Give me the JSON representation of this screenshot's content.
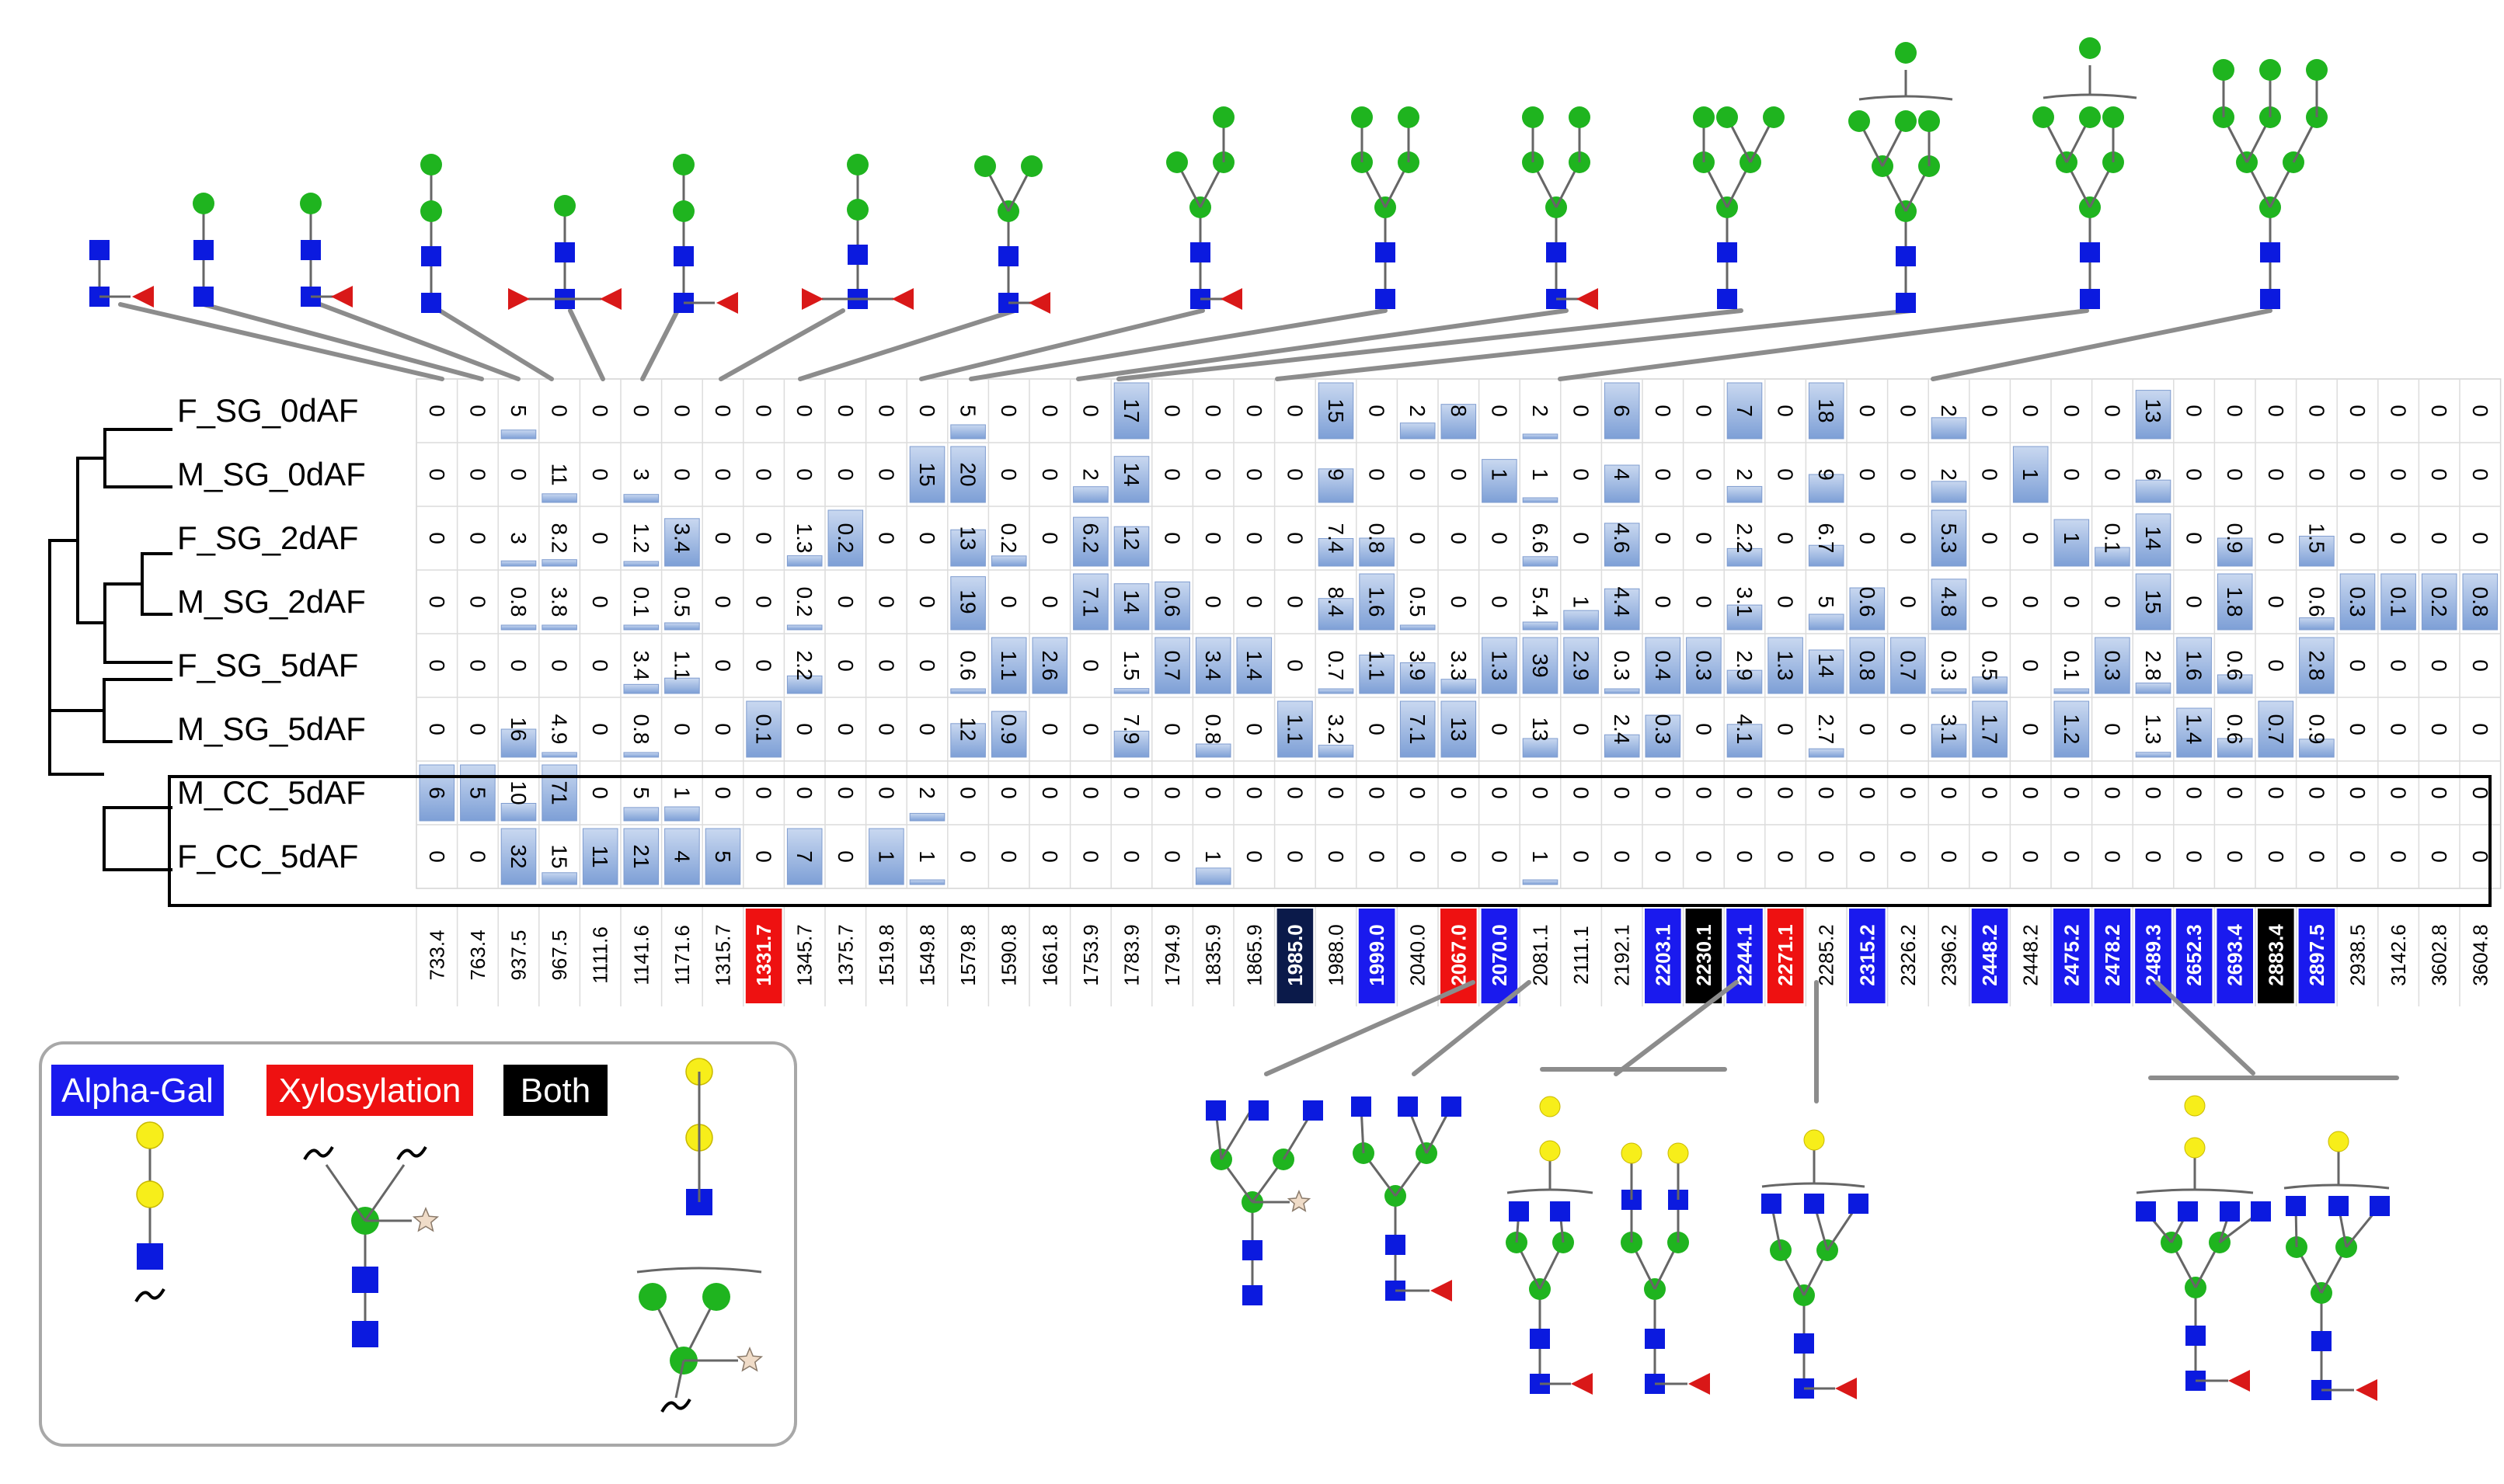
{
  "samples": [
    "F_SG_0dAF",
    "M_SG_0dAF",
    "F_SG_2dAF",
    "M_SG_2dAF",
    "F_SG_5dAF",
    "M_SG_5dAF",
    "M_CC_5dAF",
    "F_CC_5dAF"
  ],
  "boxed_rows": [
    6,
    7
  ],
  "mz": [
    {
      "v": "733.4",
      "c": "none"
    },
    {
      "v": "763.4",
      "c": "none"
    },
    {
      "v": "937.5",
      "c": "none"
    },
    {
      "v": "967.5",
      "c": "none"
    },
    {
      "v": "1111.6",
      "c": "none"
    },
    {
      "v": "1141.6",
      "c": "none"
    },
    {
      "v": "1171.6",
      "c": "none"
    },
    {
      "v": "1315.7",
      "c": "none"
    },
    {
      "v": "1331.7",
      "c": "xyl"
    },
    {
      "v": "1345.7",
      "c": "none"
    },
    {
      "v": "1375.7",
      "c": "none"
    },
    {
      "v": "1519.8",
      "c": "none"
    },
    {
      "v": "1549.8",
      "c": "none"
    },
    {
      "v": "1579.8",
      "c": "none"
    },
    {
      "v": "1590.8",
      "c": "none"
    },
    {
      "v": "1661.8",
      "c": "none"
    },
    {
      "v": "1753.9",
      "c": "none"
    },
    {
      "v": "1783.9",
      "c": "none"
    },
    {
      "v": "1794.9",
      "c": "none"
    },
    {
      "v": "1835.9",
      "c": "none"
    },
    {
      "v": "1865.9",
      "c": "none"
    },
    {
      "v": "1985.0",
      "c": "dark"
    },
    {
      "v": "1988.0",
      "c": "none"
    },
    {
      "v": "1999.0",
      "c": "agal"
    },
    {
      "v": "2040.0",
      "c": "none"
    },
    {
      "v": "2067.0",
      "c": "xyl"
    },
    {
      "v": "2070.0",
      "c": "agal"
    },
    {
      "v": "2081.1",
      "c": "none"
    },
    {
      "v": "2111.1",
      "c": "none"
    },
    {
      "v": "2192.1",
      "c": "none"
    },
    {
      "v": "2203.1",
      "c": "agal"
    },
    {
      "v": "2230.1",
      "c": "both"
    },
    {
      "v": "2244.1",
      "c": "agal"
    },
    {
      "v": "2271.1",
      "c": "xyl"
    },
    {
      "v": "2285.2",
      "c": "none"
    },
    {
      "v": "2315.2",
      "c": "agal"
    },
    {
      "v": "2326.2",
      "c": "none"
    },
    {
      "v": "2396.2",
      "c": "none"
    },
    {
      "v": "2448.2",
      "c": "agal"
    },
    {
      "v": "2448.2",
      "c": "none"
    },
    {
      "v": "2475.2",
      "c": "agal"
    },
    {
      "v": "2478.2",
      "c": "agal"
    },
    {
      "v": "2489.3",
      "c": "agal"
    },
    {
      "v": "2652.3",
      "c": "agal"
    },
    {
      "v": "2693.4",
      "c": "agal"
    },
    {
      "v": "2883.4",
      "c": "both"
    },
    {
      "v": "2897.5",
      "c": "agal"
    },
    {
      "v": "2938.5",
      "c": "none"
    },
    {
      "v": "3142.6",
      "c": "none"
    },
    {
      "v": "3602.8",
      "c": "none"
    },
    {
      "v": "3604.8",
      "c": "none"
    }
  ],
  "values": [
    [
      "0",
      "0",
      "5",
      "0",
      "0",
      "0",
      "0",
      "0",
      "0",
      "0",
      "0",
      "0",
      "0",
      "5",
      "0",
      "0",
      "0",
      "17",
      "0",
      "0",
      "0",
      "0",
      "15",
      "0",
      "2",
      "8",
      "0",
      "2",
      "0",
      "6",
      "0",
      "0",
      "7",
      "0",
      "18",
      "0",
      "0",
      "2",
      "0",
      "0",
      "0",
      "0",
      "13",
      "0",
      "0",
      "0",
      "0",
      "0",
      "0",
      "0",
      "0"
    ],
    [
      "0",
      "0",
      "0",
      "11",
      "0",
      "3",
      "0",
      "0",
      "0",
      "0",
      "0",
      "0",
      "15",
      "20",
      "0",
      "0",
      "2",
      "14",
      "0",
      "0",
      "0",
      "0",
      "9",
      "0",
      "0",
      "0",
      "1",
      "1",
      "0",
      "4",
      "0",
      "0",
      "2",
      "0",
      "9",
      "0",
      "0",
      "2",
      "0",
      "1",
      "0",
      "0",
      "6",
      "0",
      "0",
      "0",
      "0",
      "0",
      "0",
      "0",
      "0"
    ],
    [
      "0",
      "0",
      "3",
      "8.2",
      "0",
      "1.2",
      "3.4",
      "0",
      "0",
      "1.3",
      "0.2",
      "0",
      "0",
      "13",
      "0.2",
      "0",
      "6.2",
      "12",
      "0",
      "0",
      "0",
      "0",
      "7.4",
      "0.8",
      "0",
      "0",
      "0",
      "6.6",
      "0",
      "4.6",
      "0",
      "0",
      "2.2",
      "0",
      "6.7",
      "0",
      "0",
      "5.3",
      "0",
      "0",
      "1",
      "0.1",
      "14",
      "0",
      "0.9",
      "0",
      "1.5",
      "0",
      "0",
      "0",
      "0"
    ],
    [
      "0",
      "0",
      "0.8",
      "3.8",
      "0",
      "0.1",
      "0.5",
      "0",
      "0",
      "0.2",
      "0",
      "0",
      "0",
      "19",
      "0",
      "0",
      "7.1",
      "14",
      "0.6",
      "0",
      "0",
      "0",
      "8.4",
      "1.6",
      "0.5",
      "0",
      "0",
      "5.4",
      "1",
      "4.4",
      "0",
      "0",
      "3.1",
      "0",
      "5",
      "0.6",
      "0",
      "4.8",
      "0",
      "0",
      "0",
      "0",
      "15",
      "0",
      "1.8",
      "0",
      "0.6",
      "0.3",
      "0.1",
      "0.2",
      "0.8"
    ],
    [
      "0",
      "0",
      "0",
      "0",
      "0",
      "3.4",
      "1.1",
      "0",
      "0",
      "2.2",
      "0",
      "0",
      "0",
      "0.6",
      "1.1",
      "2.6",
      "0",
      "1.5",
      "0.7",
      "3.4",
      "1.4",
      "0",
      "0.7",
      "1.1",
      "3.9",
      "3.3",
      "1.3",
      "39",
      "2.9",
      "0.3",
      "0.4",
      "0.3",
      "2.9",
      "1.3",
      "14",
      "0.8",
      "0.7",
      "0.3",
      "0.5",
      "0",
      "0.1",
      "0.3",
      "2.8",
      "1.6",
      "0.6",
      "0",
      "2.8",
      "0",
      "0",
      "0",
      "0"
    ],
    [
      "0",
      "0",
      "16",
      "4.9",
      "0",
      "0.8",
      "0",
      "0",
      "0.1",
      "0",
      "0",
      "0",
      "0",
      "12",
      "0.9",
      "0",
      "0",
      "7.9",
      "0",
      "0.8",
      "0",
      "1.1",
      "3.2",
      "0",
      "7.1",
      "13",
      "0",
      "13",
      "0",
      "2.4",
      "0.3",
      "0",
      "4.1",
      "0",
      "2.7",
      "0",
      "0",
      "3.1",
      "1.7",
      "0",
      "1.2",
      "0",
      "1.3",
      "1.4",
      "0.6",
      "0.7",
      "0.9",
      "0",
      "0",
      "0",
      "0"
    ],
    [
      "6",
      "5",
      "10",
      "71",
      "0",
      "5",
      "1",
      "0",
      "0",
      "0",
      "0",
      "0",
      "2",
      "0",
      "0",
      "0",
      "0",
      "0",
      "0",
      "0",
      "0",
      "0",
      "0",
      "0",
      "0",
      "0",
      "0",
      "0",
      "0",
      "0",
      "0",
      "0",
      "0",
      "0",
      "0",
      "0",
      "0",
      "0",
      "0",
      "0",
      "0",
      "0",
      "0",
      "0",
      "0",
      "0",
      "0",
      "0",
      "0",
      "0",
      "0"
    ],
    [
      "0",
      "0",
      "32",
      "15",
      "11",
      "21",
      "4",
      "5",
      "0",
      "7",
      "0",
      "1",
      "1",
      "0",
      "0",
      "0",
      "0",
      "0",
      "0",
      "1",
      "0",
      "0",
      "0",
      "0",
      "0",
      "0",
      "0",
      "1",
      "0",
      "0",
      "0",
      "0",
      "0",
      "0",
      "0",
      "0",
      "0",
      "0",
      "0",
      "0",
      "0",
      "0",
      "0",
      "0",
      "0",
      "0",
      "0",
      "0",
      "0",
      "0",
      "0"
    ]
  ],
  "legend": {
    "agal_label": "Alpha-Gal",
    "xyl_label": "Xylosylation",
    "both_label": "Both"
  },
  "colors": {
    "alpha_gal": "#1a1aee",
    "xylosylation": "#ee1111",
    "both": "#000000",
    "dark_navy": "#0b1a4a",
    "galnac_square": "#0b1adf",
    "mannose_circle": "#1fb41f",
    "galactose_circle": "#f7ee1a",
    "fucose_triangle": "#d91818",
    "xylose_star": "#f0dcc8",
    "databar": "#9ab3de",
    "dendrogram": "#000000"
  }
}
